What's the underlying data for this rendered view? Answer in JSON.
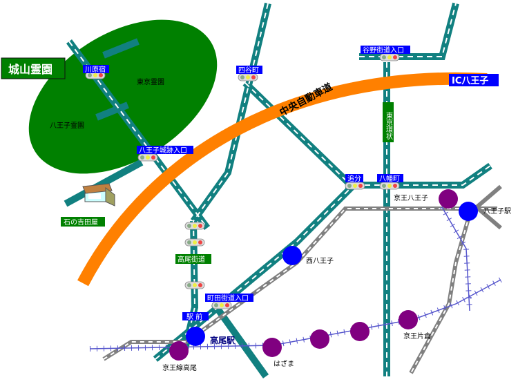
{
  "title_label": "城山霊園",
  "labels": {
    "kawaharajuku": "川原宿",
    "tokyo_reien": "東京霊園",
    "hachioji_reien": "八王子霊園",
    "hachioji_joseki": "八王子城跡入口",
    "yotsuya": "四谷町",
    "yanoga": "谷野街道入口",
    "ic_hachioji": "IC八王子",
    "chuo_expressway": "中央自動車道",
    "tokyo_kanjo": "東京環状",
    "oiwake": "追分",
    "hachimanmachi": "八幡町",
    "ishino_yoshidaya": "石の吉田屋",
    "takao_kaido": "高尾街道",
    "machida_kaido": "町田街道入口",
    "ekimae": "駅 前"
  },
  "stations": {
    "keio_hachioji": "京王八王子",
    "hachioji_eki": "八王子駅",
    "nishi_hachioji": "西八王子",
    "takao_eki": "高尾駅",
    "keio_takao": "京王線高尾",
    "hazama": "はざま",
    "keio_katakura": "京王片倉"
  },
  "colors": {
    "road": "#118080",
    "road_dash": "#ffffff",
    "expressway": "#ff8000",
    "park": "#008000",
    "jr_station": "#0000ff",
    "keio_station": "#800080",
    "blue_label": "#0000ff",
    "green_label": "#008000",
    "rail_jr": "#808080",
    "rail_keio": "#5555cc"
  }
}
